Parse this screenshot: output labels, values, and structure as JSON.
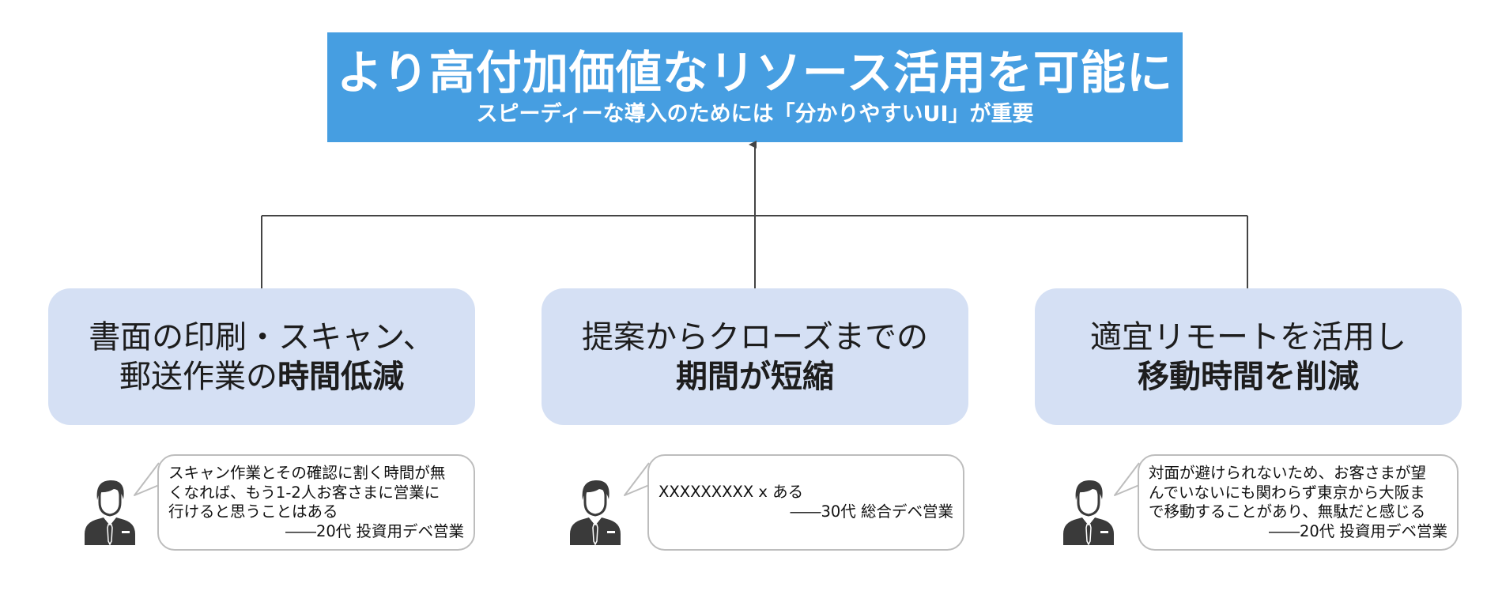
{
  "header": {
    "title": "より高付加価値なリソース活用を可能に",
    "subtitle": "スピーディーな導入のためには「分かりやすいUI」が重要"
  },
  "pillars": [
    {
      "line1": "書面の印刷・スキャン、",
      "line2_normal": "郵送作業の",
      "line2_bold": "時間低減"
    },
    {
      "line1": "提案からクローズまでの",
      "line2_normal": "",
      "line2_bold": "期間が短縮"
    },
    {
      "line1": "適宜リモートを活用し",
      "line2_normal": "",
      "line2_bold": "移動時間を削減"
    }
  ],
  "testimonials": [
    {
      "quote": "スキャン作業とその確認に割く時間が無\nくなれば、もう1-2人お客さまに営業に\n行けると思うことはある",
      "attribution": "――20代 投資用デベ営業"
    },
    {
      "quote": "XXXXXXXXX x ある",
      "attribution": "――30代 総合デベ営業"
    },
    {
      "quote": "対面が避けられないため、お客さまが望\nんでいないにも関わらず東京から大阪ま\nで移動することがあり、無駄だと感じる",
      "attribution": "――20代 投資用デベ営業"
    }
  ],
  "colors": {
    "header_bg": "#469ee1",
    "pillar_bg": "#d5e0f4",
    "connector": "#444444",
    "person_icon": "#3a3a3a",
    "bubble_border": "#bdbdbd"
  }
}
